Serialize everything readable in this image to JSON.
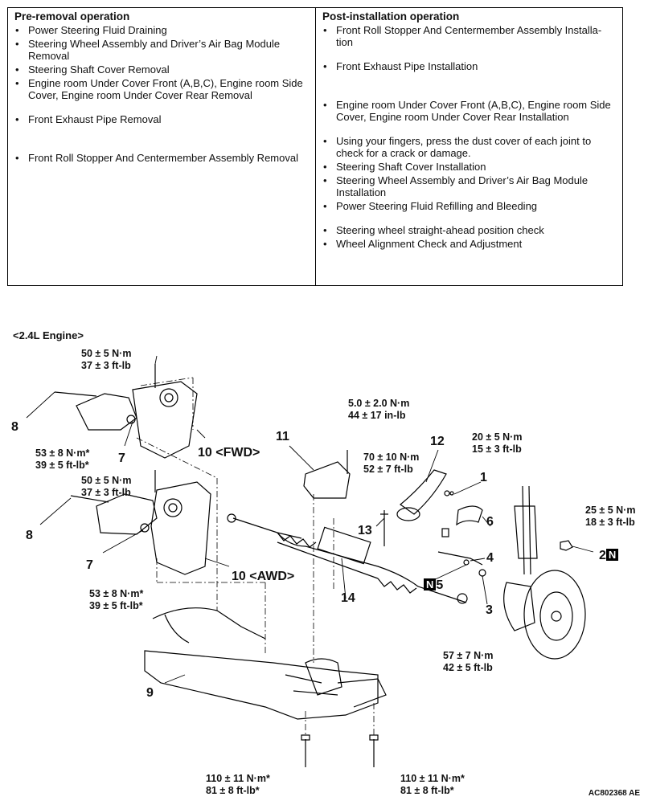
{
  "pre_removal": {
    "title": "Pre-removal operation",
    "items": [
      "Power Steering Fluid Draining",
      "Steering Wheel Assembly and Driver’s Air Bag Module Removal",
      "Steering Shaft Cover Removal",
      "Engine room Under Cover Front (A,B,C), Engine room Side Cover, Engine room Under Cover Rear Removal",
      "Front Exhaust Pipe Removal",
      "Front Roll Stopper And Centermember Assembly Removal"
    ]
  },
  "post_installation": {
    "title": "Post-installation operation",
    "items": [
      "Front Roll Stopper And Centermember Assembly Installa-tion",
      "Front Exhaust Pipe Installation",
      "Engine room Under Cover Front (A,B,C), Engine room Side Cover, Engine room Under Cover Rear Installation",
      "Using your fingers, press the dust cover of each joint to check for a crack or damage.",
      "Steering Shaft Cover Installation",
      "Steering Wheel Assembly and Driver’s Air Bag Module Installation",
      "Power Steering Fluid Refilling and Bleeding",
      "Steering wheel straight-ahead position check",
      "Wheel Alignment Check and Adjustment"
    ]
  },
  "diagram": {
    "engine_label": "<2.4L Engine>",
    "torques": {
      "t1_nm": "50 ± 5 N·m",
      "t1_ft": "37 ± 3 ft-lb",
      "t2_nm": "53 ± 8 N·m*",
      "t2_ft": "39 ± 5 ft-lb*",
      "t3_nm": "50 ± 5 N·m",
      "t3_ft": "37 ± 3 ft-lb",
      "t4_nm": "53 ± 8 N·m*",
      "t4_ft": "39 ± 5 ft-lb*",
      "t5_nm": "5.0 ± 2.0 N·m",
      "t5_ft": "44 ± 17 in-lb",
      "t6_nm": "70 ± 10 N·m",
      "t6_ft": "52 ± 7 ft-lb",
      "t7_nm": "20 ± 5 N·m",
      "t7_ft": "15 ± 3 ft-lb",
      "t8_nm": "25 ± 5 N·m",
      "t8_ft": "18 ± 3 ft-lb",
      "t9_nm": "57 ± 7 N·m",
      "t9_ft": "42 ± 5 ft-lb",
      "t10_nm": "110 ± 11 N·m*",
      "t10_ft": "81 ± 8 ft-lb*",
      "t11_nm": "110 ± 11 N·m*",
      "t11_ft": "81 ± 8 ft-lb*"
    },
    "callouts": {
      "c1": "1",
      "c2": "2",
      "c3": "3",
      "c4": "4",
      "c5": "5",
      "c6": "6",
      "c7a": "7",
      "c7b": "7",
      "c8a": "8",
      "c8b": "8",
      "c9": "9",
      "c10a": "10 <FWD>",
      "c10b": "10 <AWD>",
      "c11": "11",
      "c12": "12",
      "c13": "13",
      "c14": "14",
      "n_badge": "N"
    },
    "figure_code": "AC802368 AE"
  }
}
